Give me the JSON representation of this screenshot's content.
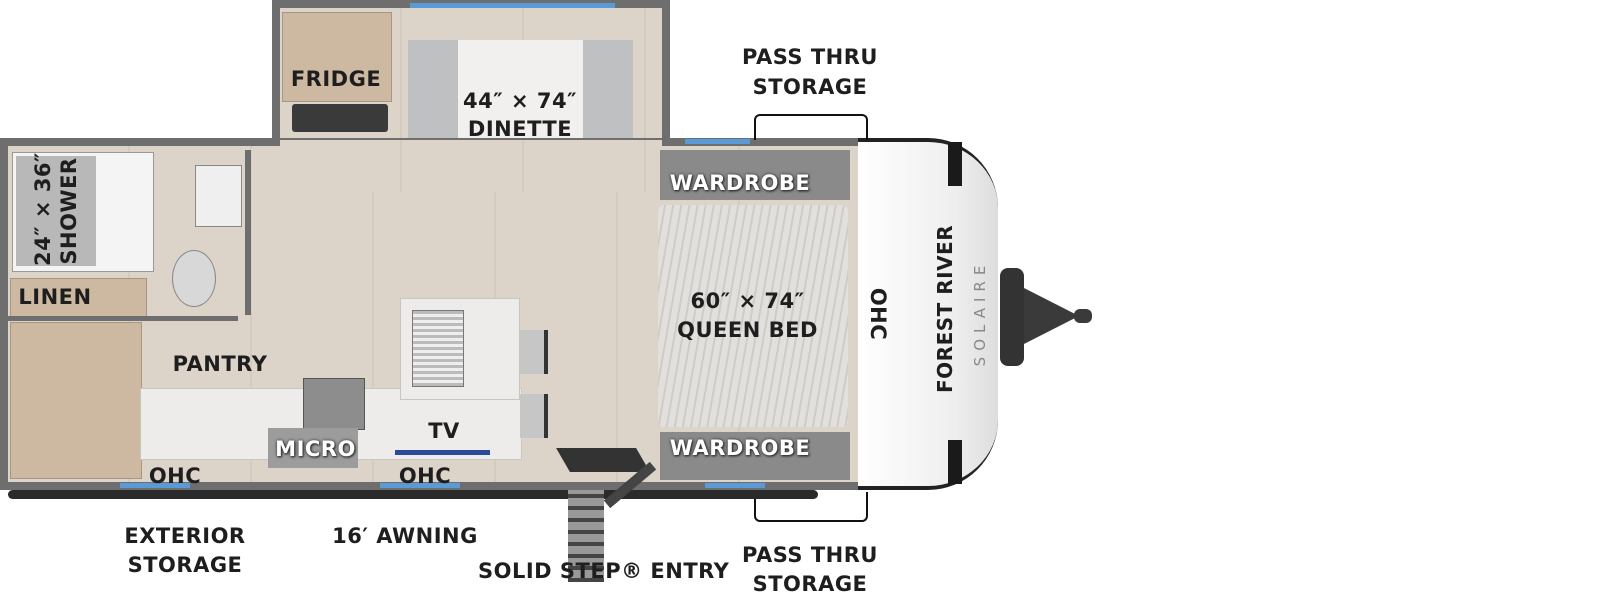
{
  "labels": {
    "fridge": "FRIDGE",
    "dinette_size": "44″ × 74″",
    "dinette": "DINETTE",
    "pass_thru_top_1": "PASS THRU",
    "pass_thru_top_2": "STORAGE",
    "shower_size": "24″ × 36″",
    "shower": "SHOWER",
    "linen": "LINEN",
    "pantry": "PANTRY",
    "micro": "MICRO",
    "tv": "TV",
    "ohc_left": "OHC",
    "ohc_mid": "OHC",
    "ohc_front": "OHC",
    "wardrobe_top": "WARDROBE",
    "wardrobe_bottom": "WARDROBE",
    "bed_size": "60″ × 74″",
    "bed": "QUEEN BED",
    "exterior_storage_1": "EXTERIOR",
    "exterior_storage_2": "STORAGE",
    "awning": "16′ AWNING",
    "entry": "SOLID STEP® ENTRY",
    "pass_thru_bottom_1": "PASS THRU",
    "pass_thru_bottom_2": "STORAGE"
  },
  "logo": {
    "brand": "FOREST RIVER",
    "model": "SOLAIRE"
  },
  "colors": {
    "wall": "#6e6e6e",
    "floor": "#dcd3c9",
    "window": "#5a9ad6",
    "cabinet": "#cdb9a1"
  }
}
